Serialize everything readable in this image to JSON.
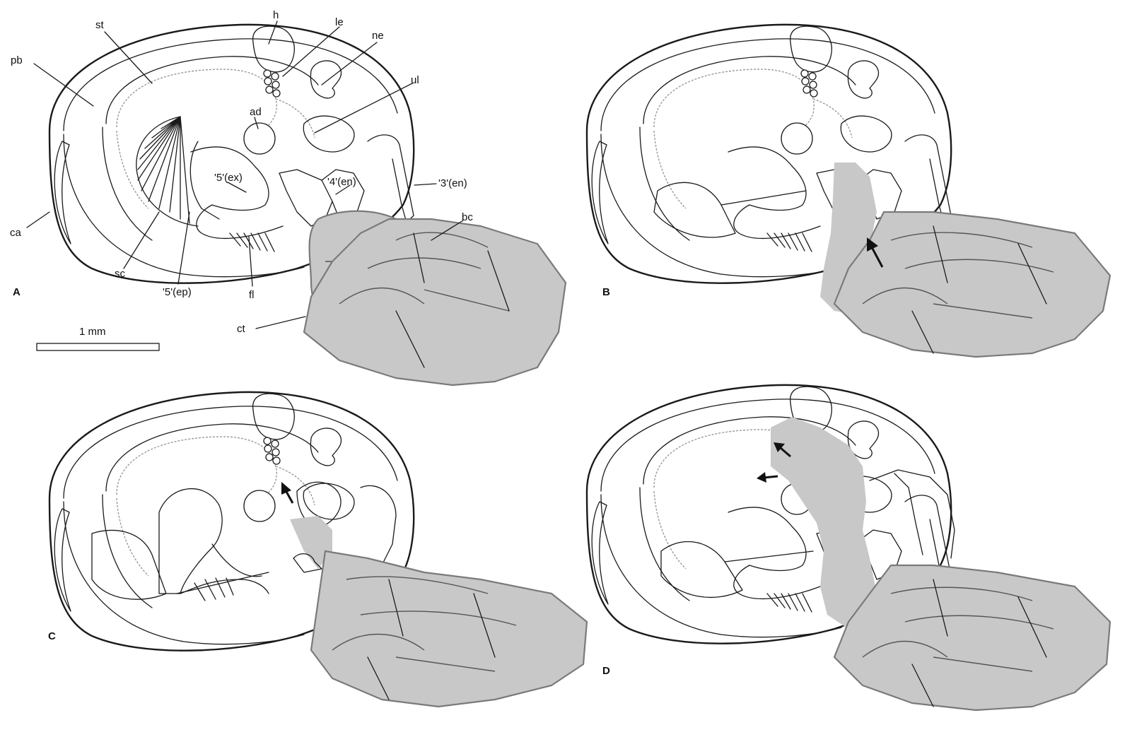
{
  "panels": {
    "a": "A",
    "b": "B",
    "c": "C",
    "d": "D"
  },
  "labels": {
    "st": "st",
    "pb": "pb",
    "h": "h",
    "le": "le",
    "ne": "ne",
    "ul": "ul",
    "ad": "ad",
    "ex5": "'5'(ex)",
    "en4": "'4'(en)",
    "en3": "'3'(en)",
    "bc": "bc",
    "ca": "ca",
    "sc": "sc",
    "ep5": "'5'(ep)",
    "fl": "fl",
    "ct": "ct"
  },
  "scale_bar": {
    "label": "1 mm"
  },
  "colors": {
    "ink": "#1a1a1a",
    "host_fill": "#c8c8c8",
    "gut": "#9a9a9a"
  }
}
